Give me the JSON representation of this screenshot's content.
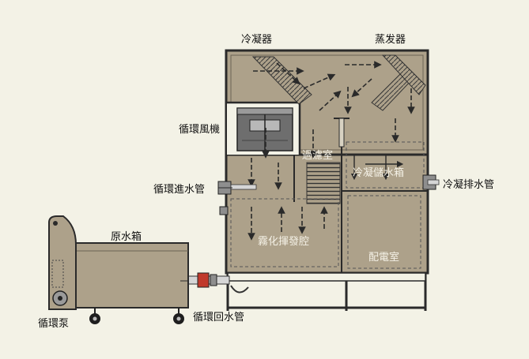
{
  "labels": {
    "condenser": "冷凝器",
    "evaporator": "蒸发器",
    "circ_fan": "循環風機",
    "circ_inlet_pipe": "循環進水管",
    "source_tank": "原水箱",
    "circ_pump": "循環泵",
    "circ_return_pipe": "循環回水管",
    "filter_room": "過濾室",
    "cond_storage_tank": "冷凝儲水箱",
    "cond_drain_pipe": "冷凝排水管",
    "atomize_chamber": "霧化揮發腔",
    "electric_room": "配電室"
  },
  "colors": {
    "body_fill": "#ada18a",
    "outline": "#2a2a2a",
    "background": "#f3f2e6",
    "valve_red": "#c0392b"
  }
}
